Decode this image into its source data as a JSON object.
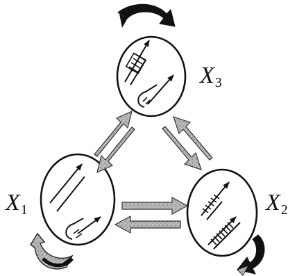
{
  "nodes": [
    {
      "id": "x1",
      "letter": "X",
      "index": "1"
    },
    {
      "id": "x2",
      "letter": "X",
      "index": "2"
    },
    {
      "id": "x3",
      "letter": "X",
      "index": "3"
    }
  ],
  "colors": {
    "ink": "#111111",
    "arrow_fill": "#b9b9b9",
    "arrow_stroke": "#3a3a3a",
    "background": "#ffffff"
  }
}
